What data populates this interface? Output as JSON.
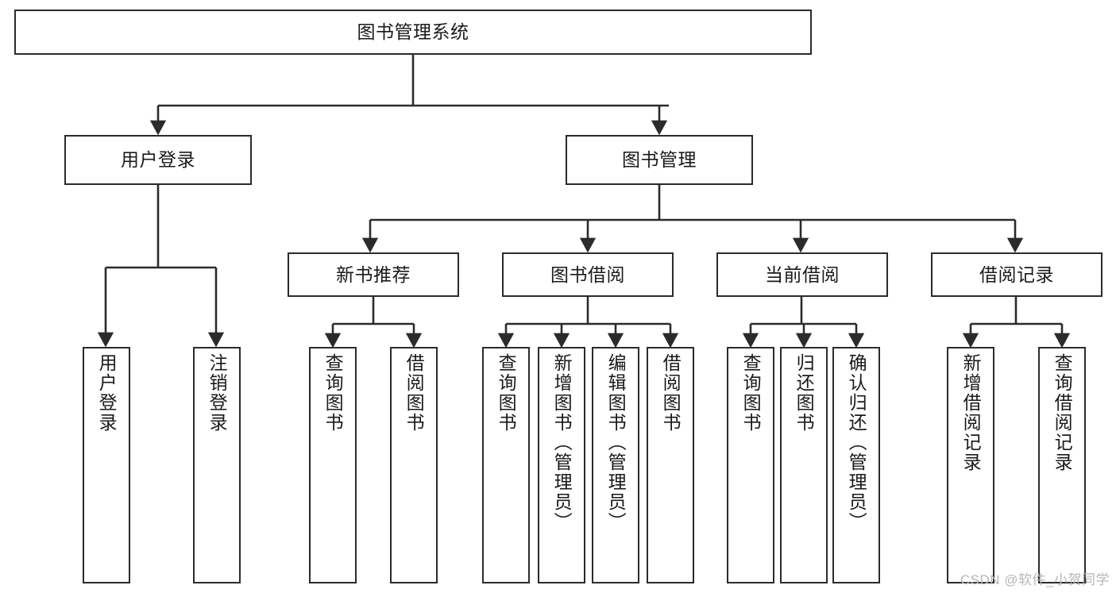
{
  "diagram": {
    "title": "图书管理系统",
    "type": "tree-hierarchy",
    "watermark": "CSDN @软件_小贺同学",
    "colors": {
      "background": "#ffffff",
      "box_border": "#2b2b2b",
      "box_fill": "#ffffff",
      "text": "#1a1a1a",
      "edge": "#2b2b2b",
      "watermark": "#b6b6b6"
    }
  },
  "nodes": {
    "root": {
      "label": "图书管理系统"
    },
    "level2": [
      {
        "id": "user-login",
        "label": "用户登录"
      },
      {
        "id": "book-management",
        "label": "图书管理"
      }
    ],
    "level3": [
      {
        "id": "new-book-recommend",
        "label": "新书推荐"
      },
      {
        "id": "book-borrow",
        "label": "图书借阅"
      },
      {
        "id": "current-borrow",
        "label": "当前借阅"
      },
      {
        "id": "borrow-record",
        "label": "借阅记录"
      }
    ],
    "leaves": {
      "user_login": [
        {
          "id": "leaf-user-login",
          "label": "用户登录"
        },
        {
          "id": "leaf-logout-login",
          "label": "注销登录"
        }
      ],
      "new_book_recommend": [
        {
          "id": "leaf-query-book-1",
          "label": "查询图书"
        },
        {
          "id": "leaf-borrow-book-1",
          "label": "借阅图书"
        }
      ],
      "book_borrow": [
        {
          "id": "leaf-query-book-2",
          "label": "查询图书"
        },
        {
          "id": "leaf-add-book",
          "label": "新增图书（管理员）"
        },
        {
          "id": "leaf-edit-book",
          "label": "编辑图书（管理员）"
        },
        {
          "id": "leaf-borrow-book-2",
          "label": "借阅图书"
        }
      ],
      "current_borrow": [
        {
          "id": "leaf-query-book-3",
          "label": "查询图书"
        },
        {
          "id": "leaf-return-book",
          "label": "归还图书"
        },
        {
          "id": "leaf-confirm-return",
          "label": "确认归还（管理员）"
        }
      ],
      "borrow_record": [
        {
          "id": "leaf-add-record",
          "label": "新增借阅记录"
        },
        {
          "id": "leaf-query-record",
          "label": "查询借阅记录"
        }
      ]
    }
  }
}
